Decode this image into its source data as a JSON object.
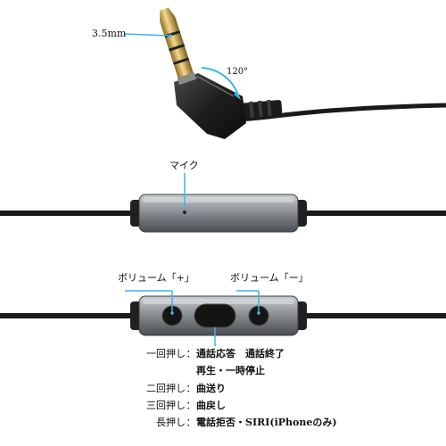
{
  "labels": {
    "plug_size": "3.5mm",
    "angle": "120°",
    "mic": "マイク",
    "volume_up": "ボリューム「+」",
    "volume_down": "ボリューム「ー」"
  },
  "instructions": [
    {
      "key": "一回押し",
      "value": "通話応答　通話終了"
    },
    {
      "key": "",
      "value": "再生・一時停止"
    },
    {
      "key": "二回押し",
      "value": "曲送り"
    },
    {
      "key": "三回押し",
      "value": "曲戻し"
    },
    {
      "key": "長押し",
      "value": "電話拒否・SIRI(iPhoneのみ)"
    }
  ],
  "colors": {
    "cable": "#1a1a1a",
    "pointer": "#38b6e8",
    "remote_metal": "#8a8e93",
    "gold": "#c9a24a"
  }
}
